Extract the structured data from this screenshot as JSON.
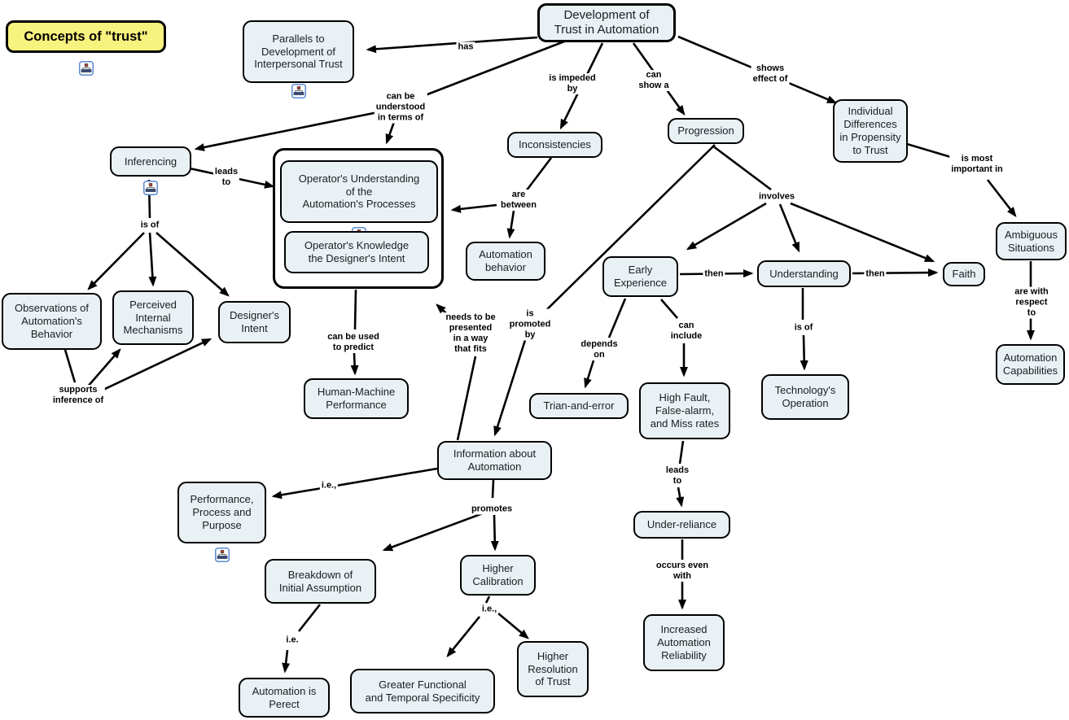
{
  "colors": {
    "node_fill": "#e9f1f5",
    "title_fill": "#f8f27f",
    "border": "#000000",
    "line": "#000000",
    "icon_frame": "#5b8ad0"
  },
  "icons": {
    "submap": "linked-submap-icon"
  },
  "title": {
    "label": "Concepts of \"trust\""
  },
  "nodes": {
    "development": {
      "label": "Development of\nTrust in Automation"
    },
    "parallels": {
      "label": "Parallels to\nDevelopment of\nInterpersonal Trust"
    },
    "inferencing": {
      "label": "Inferencing"
    },
    "operator_understanding": {
      "label": "Operator's Understanding\nof the\nAutomation's Processes"
    },
    "operator_knowledge": {
      "label": "Operator's Knowledge\nthe Designer's Intent"
    },
    "inconsistencies": {
      "label": "Inconsistencies"
    },
    "automation_behavior": {
      "label": "Automation\nbehavior"
    },
    "progression": {
      "label": "Progression"
    },
    "individual_differences": {
      "label": "Individual\nDifferences\nin Propensity\nto Trust"
    },
    "ambiguous_situations": {
      "label": "Ambiguous\nSituations"
    },
    "faith": {
      "label": "Faith"
    },
    "early_experience": {
      "label": "Early\nExperience"
    },
    "understanding": {
      "label": "Understanding"
    },
    "automation_capabilities": {
      "label": "Automation\nCapabilities"
    },
    "observations": {
      "label": "Observations of\nAutomation's\nBehavior"
    },
    "perceived": {
      "label": "Perceived\nInternal\nMechanisms"
    },
    "designers_intent": {
      "label": "Designer's\nIntent"
    },
    "human_machine": {
      "label": "Human-Machine\nPerformance"
    },
    "trian_and_error": {
      "label": "Trian-and-error"
    },
    "high_fault": {
      "label": "High Fault,\nFalse-alarm,\nand Miss rates"
    },
    "technologys_operation": {
      "label": "Technology's\nOperation"
    },
    "information_about": {
      "label": "Information about\nAutomation"
    },
    "performance_process": {
      "label": "Performance,\nProcess and\nPurpose"
    },
    "under_reliance": {
      "label": "Under-reliance"
    },
    "breakdown": {
      "label": "Breakdown of\nInitial Assumption"
    },
    "higher_calibration": {
      "label": "Higher\nCalibration"
    },
    "increased_automation": {
      "label": "Increased\nAutomation\nReliability"
    },
    "automation_is_perect": {
      "label": "Automation is\nPerect"
    },
    "greater_functional": {
      "label": "Greater Functional\nand Temporal Specificity"
    },
    "higher_resolution": {
      "label": "Higher\nResolution\nof Trust"
    }
  },
  "links": {
    "has": {
      "label": "has"
    },
    "can_be_understood": {
      "label": "can be\nunderstood\nin terms of"
    },
    "is_impeded_by": {
      "label": "is impeded\nby"
    },
    "can_show_a": {
      "label": "can\nshow a"
    },
    "shows_effect_of": {
      "label": "shows\neffect of"
    },
    "is_most_important_in": {
      "label": "is most\nimportant in"
    },
    "leads_to": {
      "label": "leads\nto"
    },
    "are_between": {
      "label": "are\nbetween"
    },
    "involves": {
      "label": "involves"
    },
    "then_1": {
      "label": "then"
    },
    "then_2": {
      "label": "then"
    },
    "is_of_inferencing": {
      "label": "is of"
    },
    "is_of_understanding": {
      "label": "is of"
    },
    "depends_on": {
      "label": "depends\non"
    },
    "can_include": {
      "label": "can\ninclude"
    },
    "supports_inference_of": {
      "label": "supports\ninference of"
    },
    "can_be_used_to_predict": {
      "label": "can be used\nto predict"
    },
    "needs_to_be_presented": {
      "label": "needs to be\npresented\nin a way\nthat fits"
    },
    "is_promoted_by": {
      "label": "is\npromoted\nby"
    },
    "are_with_respect_to": {
      "label": "are with\nrespect to"
    },
    "leads_to_2": {
      "label": "leads\nto"
    },
    "occurs_even_with": {
      "label": "occurs even\nwith"
    },
    "ie_1": {
      "label": "i.e.,"
    },
    "promotes": {
      "label": "promotes"
    },
    "ie_2": {
      "label": "i.e.,"
    },
    "ie_3": {
      "label": "i.e."
    }
  }
}
